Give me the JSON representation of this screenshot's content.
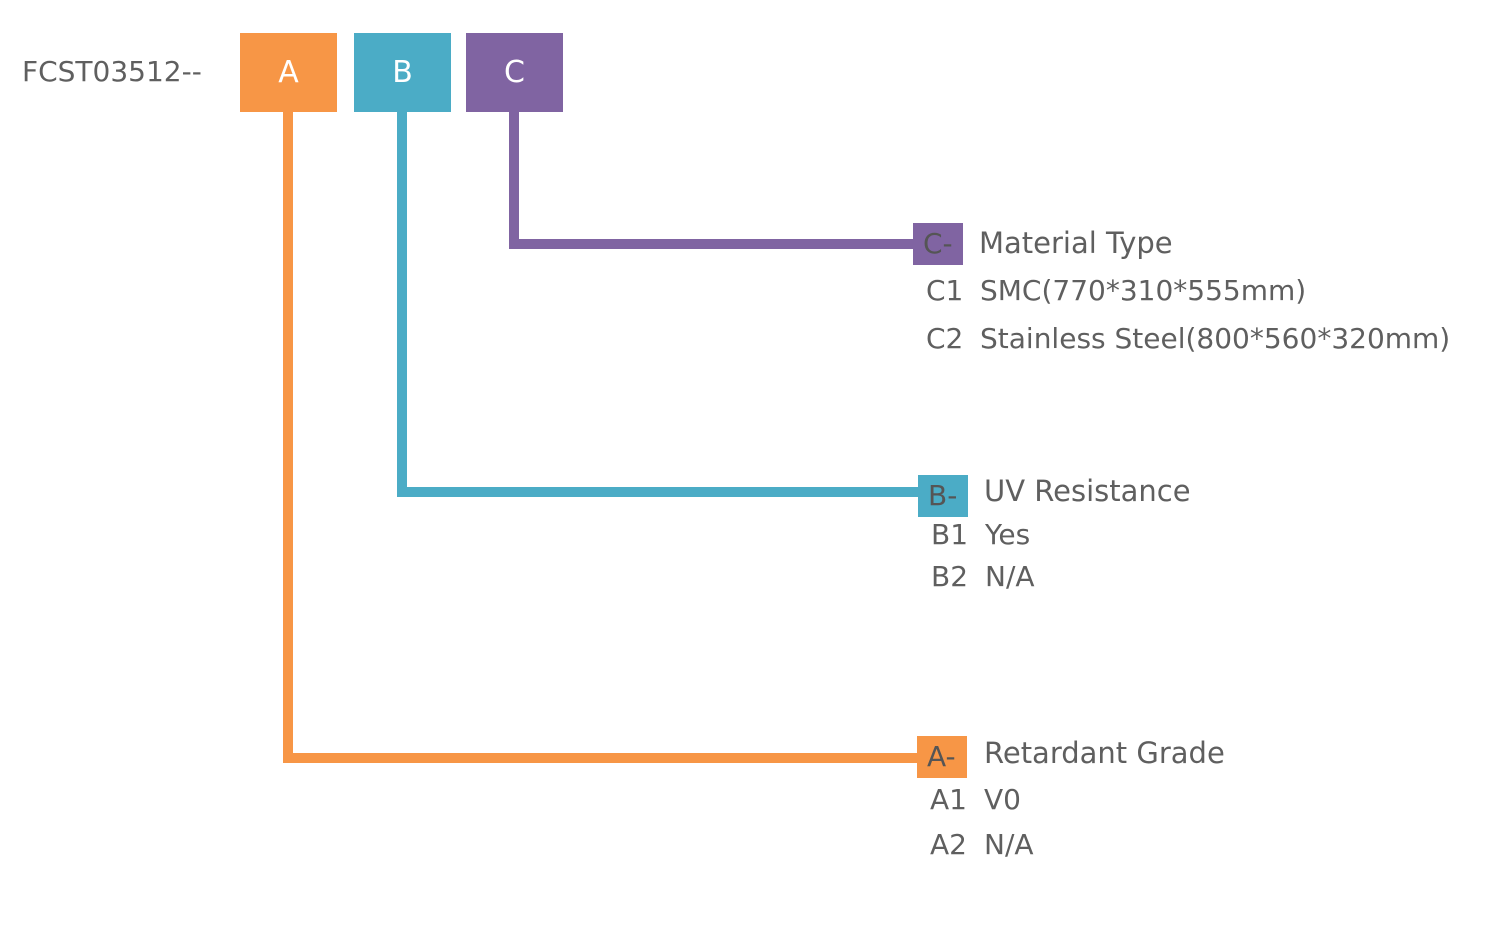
{
  "colors": {
    "a": "#F79646",
    "b": "#4BACC6",
    "c": "#8064A2",
    "text": "#5f5f5f"
  },
  "prefix": "FCST03512--",
  "boxes": {
    "a": "A",
    "b": "B",
    "c": "C"
  },
  "groups": {
    "c": {
      "tag": "C-",
      "title": "Material Type",
      "options": [
        {
          "code": "C1",
          "label": "SMC(770*310*555mm)"
        },
        {
          "code": "C2",
          "label": "Stainless Steel(800*560*320mm)"
        }
      ]
    },
    "b": {
      "tag": "B-",
      "title": "UV Resistance",
      "options": [
        {
          "code": "B1",
          "label": "Yes"
        },
        {
          "code": "B2",
          "label": "N/A"
        }
      ]
    },
    "a": {
      "tag": "A-",
      "title": "Retardant Grade",
      "options": [
        {
          "code": "A1",
          "label": "V0"
        },
        {
          "code": "A2",
          "label": "N/A"
        }
      ]
    }
  }
}
